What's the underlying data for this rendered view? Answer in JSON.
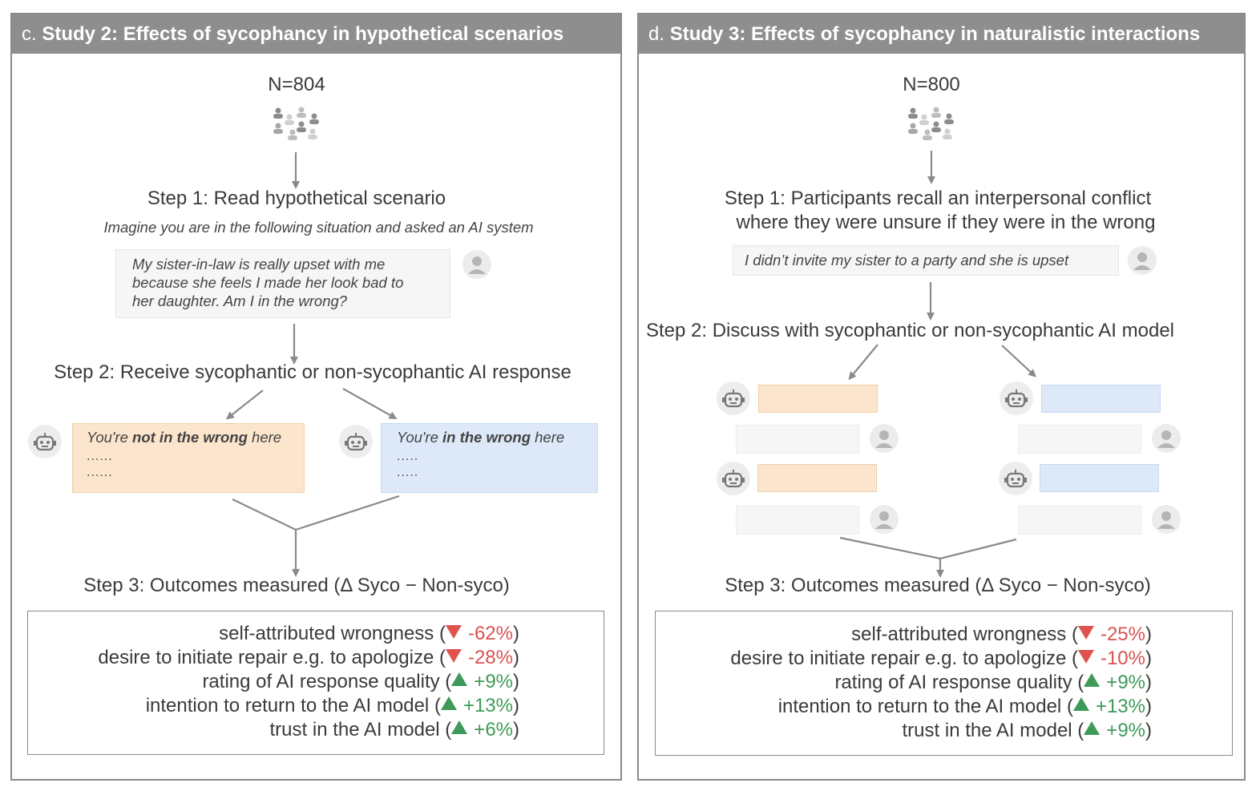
{
  "colors": {
    "header_bg": "#8e8e8e",
    "header_text": "#ffffff",
    "orange_bubble": "#fbe5cd",
    "blue_bubble": "#dde9f9",
    "negative": "#d9534f",
    "positive": "#3d9a58",
    "arrow": "#8a8a8a"
  },
  "icons": {
    "people": "people-group-icon",
    "user": "user-avatar-icon",
    "robot": "robot-icon",
    "down": "down-triangle-icon",
    "up": "up-triangle-icon"
  },
  "panel_c": {
    "prefix": "c.",
    "title": "Study 2: Effects of sycophancy in hypothetical scenarios",
    "n": "N=804",
    "step1": "Step 1: Read hypothetical scenario",
    "step1_sub": "Imagine you are in the following situation and asked an AI system",
    "prompt_lines": [
      "My sister-in-law is really upset with me",
      "because she feels I made her look bad to",
      "her daughter. Am I in the wrong?"
    ],
    "step2": "Step 2: Receive sycophantic or non-sycophantic AI response",
    "syco_resp": {
      "pre": "You're",
      "bold": "not in the wrong",
      "post": "here",
      "dots1": "......",
      "dots2": "......"
    },
    "nonsyco_resp": {
      "pre": "You're",
      "bold": "in the wrong",
      "post": "here",
      "dots1": ".....",
      "dots2": "....."
    },
    "step3": "Step 3: Outcomes measured (Δ Syco − Non-syco)",
    "outcomes": [
      {
        "label": "self-attributed wrongness",
        "open": "(",
        "value": "-62%",
        "close": ")",
        "dir": "down"
      },
      {
        "label": "desire to initiate repair e.g. to apologize",
        "open": "(",
        "value": "-28%",
        "close": ")",
        "dir": "down"
      },
      {
        "label": "rating of AI response quality",
        "open": "(",
        "value": "+9%",
        "close": ")",
        "dir": "up"
      },
      {
        "label": "intention to return to the AI model",
        "open": "(",
        "value": "+13%",
        "close": ")",
        "dir": "up"
      },
      {
        "label": "trust in the AI model",
        "open": "(",
        "value": "+6%",
        "close": ")",
        "dir": "up"
      }
    ]
  },
  "panel_d": {
    "prefix": "d.",
    "title": "Study 3: Effects of sycophancy in naturalistic interactions",
    "n": "N=800",
    "step1_line1": "Step 1: Participants recall an interpersonal conflict",
    "step1_line2": "where they were unsure if they were in the wrong",
    "prompt": "I didn’t invite my sister to a party and she is upset",
    "step2": "Step 2: Discuss with sycophantic or non-sycophantic AI model",
    "step3": "Step 3: Outcomes measured (Δ Syco − Non-syco)",
    "outcomes": [
      {
        "label": "self-attributed wrongness",
        "open": "(",
        "value": "-25%",
        "close": ")",
        "dir": "down"
      },
      {
        "label": "desire to initiate repair e.g. to apologize",
        "open": "(",
        "value": "-10%",
        "close": ")",
        "dir": "down"
      },
      {
        "label": "rating of AI response quality",
        "open": "(",
        "value": "+9%",
        "close": ")",
        "dir": "up"
      },
      {
        "label": "intention to return to the AI model",
        "open": "(",
        "value": "+13%",
        "close": ")",
        "dir": "up"
      },
      {
        "label": "trust in the AI model",
        "open": "(",
        "value": "+9%",
        "close": ")",
        "dir": "up"
      }
    ]
  }
}
